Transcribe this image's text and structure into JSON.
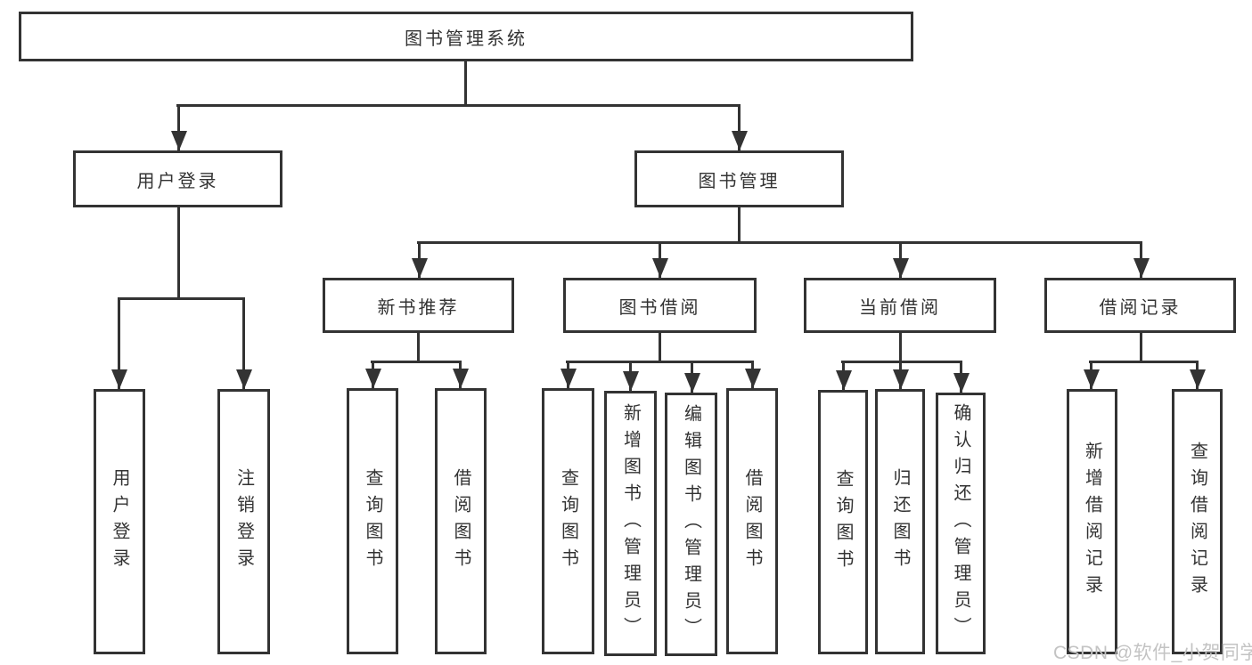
{
  "colors": {
    "line": "#333333",
    "text": "#333333",
    "box-bg": "#ffffff",
    "background": "#ffffff",
    "watermark": "#c3c3c3"
  },
  "watermark": {
    "text": "CSDN @软件_小贺同学"
  },
  "nodes": {
    "root": "图书管理系统",
    "user_login": "用户登录",
    "book_mgmt": "图书管理",
    "new_book_rec": "新书推荐",
    "book_borrow": "图书借阅",
    "current_borrow": "当前借阅",
    "borrow_records": "借阅记录",
    "leaf_user_login": "用户登录",
    "leaf_logout": "注销登录",
    "rec_query_books": "查询图书",
    "rec_borrow_books": "借阅图书",
    "bor_query_books": "查询图书",
    "bor_add_books": "新增图书（管理员）",
    "bor_edit_books": "编辑图书（管理员）",
    "bor_borrow_books": "借阅图书",
    "cur_query_books": "查询图书",
    "cur_return_books": "归还图书",
    "cur_confirm_return": "确认归还（管理员）",
    "recd_add_record": "新增借阅记录",
    "recd_query_record": "查询借阅记录"
  }
}
